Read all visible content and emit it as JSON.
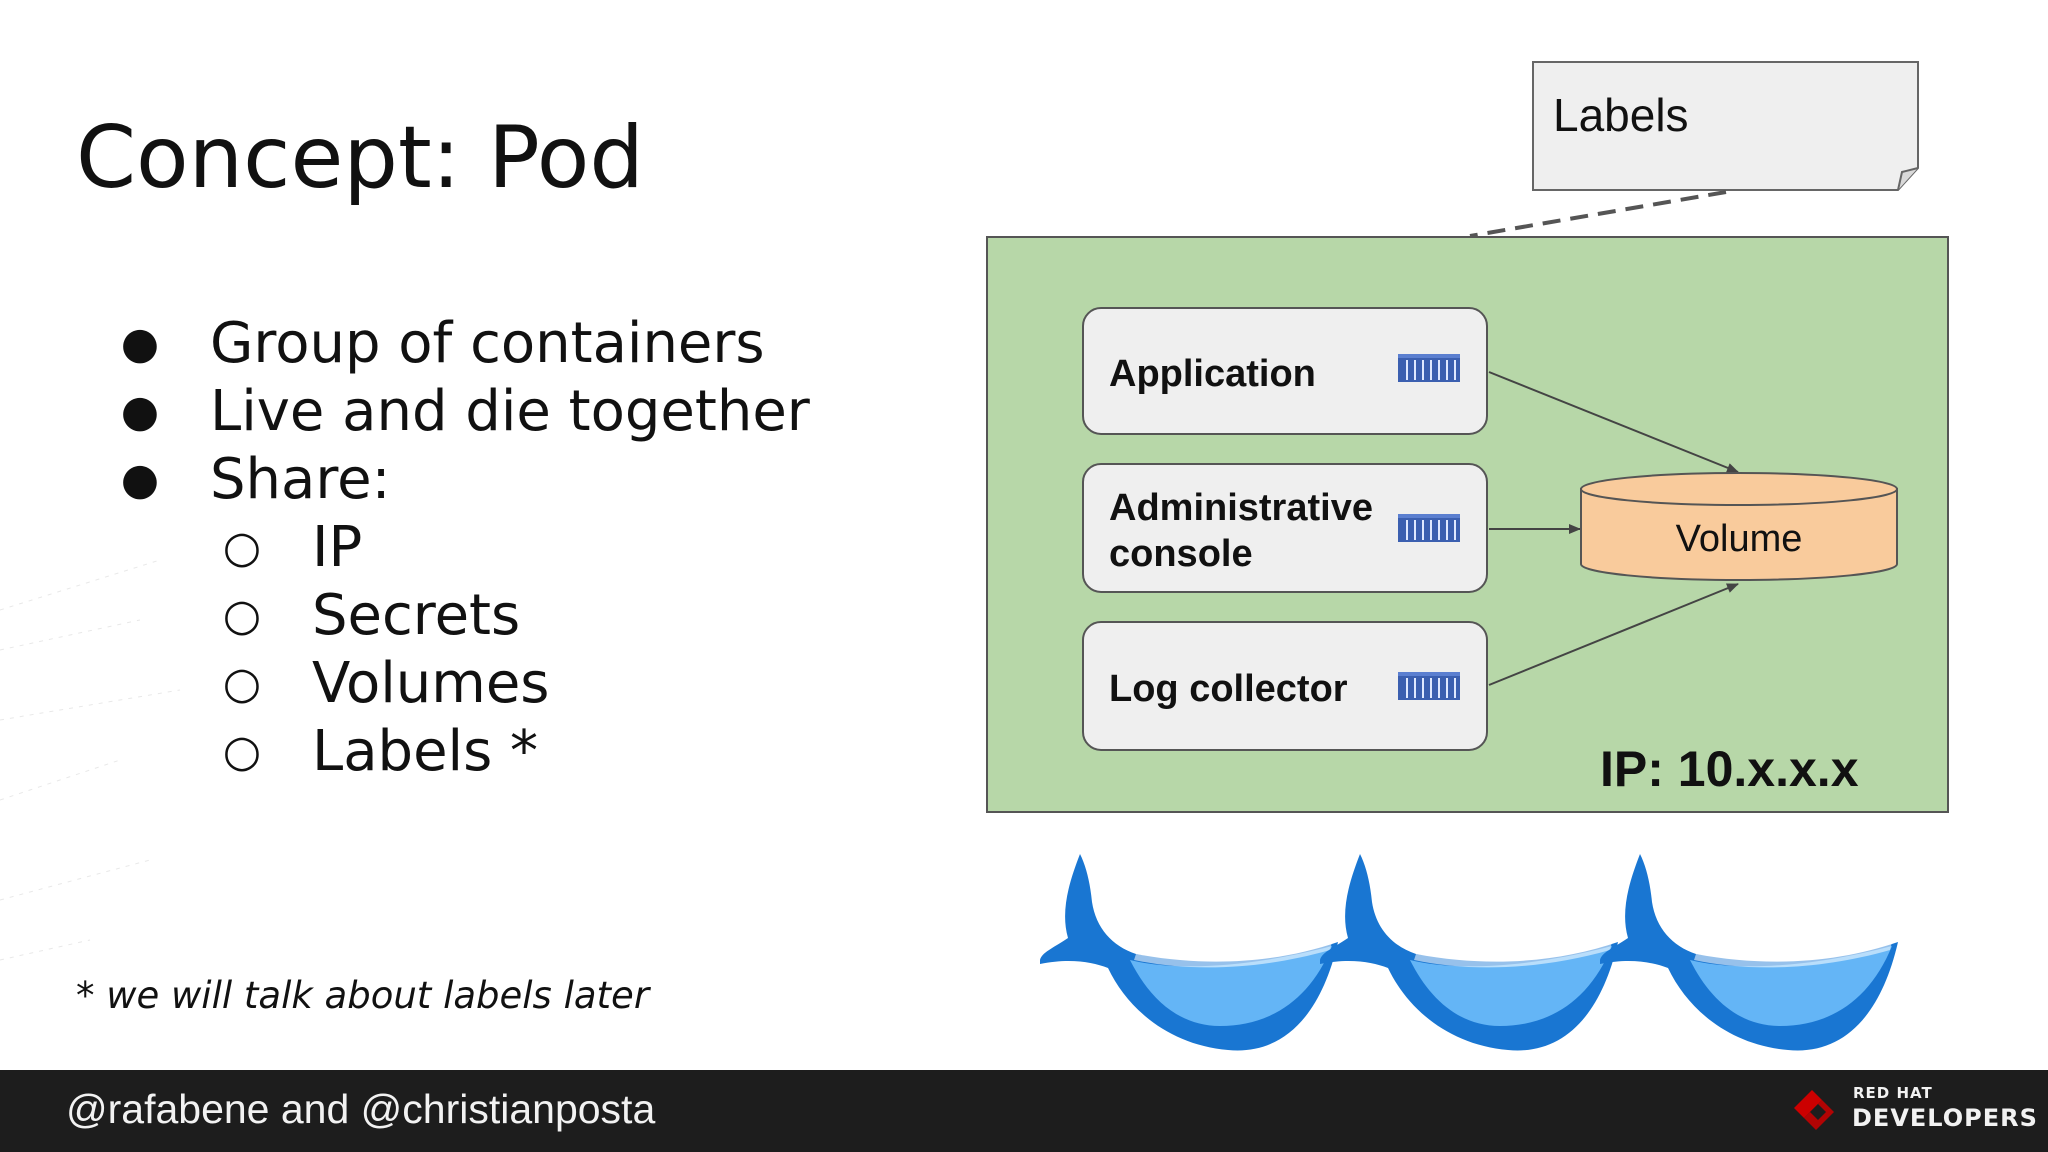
{
  "slide": {
    "title": "Concept: Pod",
    "bullets": [
      {
        "level": 1,
        "marker": "●",
        "text": "Group of containers"
      },
      {
        "level": 1,
        "marker": "●",
        "text": "Live and die together"
      },
      {
        "level": 1,
        "marker": "●",
        "text": "Share:"
      },
      {
        "level": 2,
        "marker": "○",
        "text": "IP"
      },
      {
        "level": 2,
        "marker": "○",
        "text": "Secrets"
      },
      {
        "level": 2,
        "marker": "○",
        "text": "Volumes"
      },
      {
        "level": 2,
        "marker": "○",
        "text": "Labels *"
      }
    ],
    "footnote": "* we will talk about labels later"
  },
  "diagram": {
    "labels_note": "Labels",
    "containers": [
      "Application",
      "Administrative console",
      "Log collector"
    ],
    "container_icon": "shipping-container-icon",
    "volume": "Volume",
    "ip": "IP: 10.x.x.x",
    "pod_color": "#b7d7a8",
    "volume_color": "#f9cb9c",
    "container_color": "#efefef",
    "whale_icon": "docker-whale-icon",
    "whale_colors": [
      "#1976d2",
      "#64b5f6"
    ]
  },
  "footer": {
    "credits": "@rafabene and @christianposta",
    "brand_line1": "RED HAT",
    "brand_line2": "DEVELOPERS",
    "brand_color": "#cc0000"
  }
}
